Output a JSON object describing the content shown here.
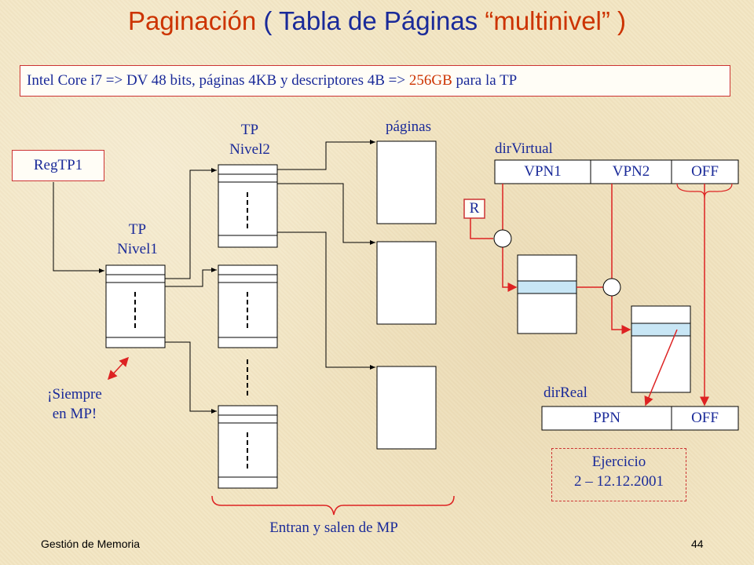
{
  "slide": {
    "title_a": "Paginación",
    "title_b": "( Tabla de Páginas",
    "title_c": "“multinivel”",
    "title_d": ")",
    "info_text": "Intel Core i7 => DV 48 bits, páginas 4KB y descriptores 4B =>",
    "info_highlight": "256GB",
    "info_tail": "para la TP",
    "regtp1": "RegTP1",
    "tp_nivel1_a": "TP",
    "tp_nivel1_b": "Nivel1",
    "tp_nivel2_a": "TP",
    "tp_nivel2_b": "Nivel2",
    "paginas": "páginas",
    "siempre_a": "¡Siempre",
    "siempre_b": "en MP!",
    "entran": "Entran y salen de MP",
    "dir_virtual": "dirVirtual",
    "vpn1": "VPN1",
    "vpn2": "VPN2",
    "off": "OFF",
    "r": "R",
    "dir_real": "dirReal",
    "ppn": "PPN",
    "off2": "OFF",
    "ejercicio_a": "Ejercicio",
    "ejercicio_b": "2 – 12.12.2001",
    "footer_left": "Gestión de Memoria",
    "page_number": "44"
  },
  "colors": {
    "title_red": "#cc3300",
    "title_blue": "#1a2a99",
    "box_border": "#cc3333",
    "arrow_red": "#dd2222",
    "highlight_cell": "#c8e6f5"
  }
}
